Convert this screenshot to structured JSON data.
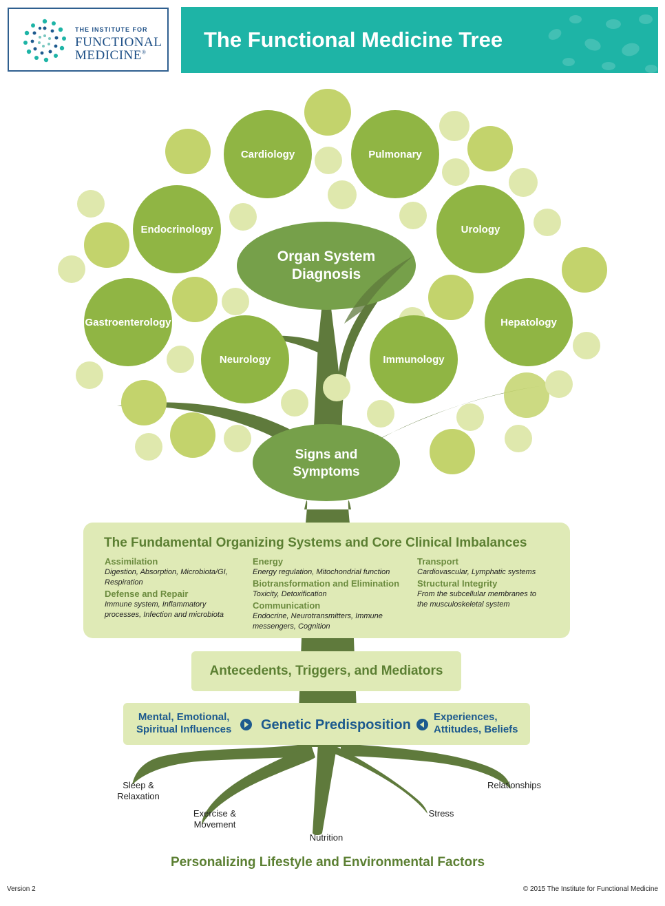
{
  "logo": {
    "line1": "THE INSTITUTE FOR",
    "line2": "FUNCTIONAL",
    "line3": "MEDICINE",
    "mark": "®"
  },
  "header": {
    "title": "The Functional Medicine Tree"
  },
  "tree": {
    "organ_systems": {
      "cardiology": "Cardiology",
      "pulmonary": "Pulmonary",
      "endocrinology": "Endocrinology",
      "urology": "Urology",
      "gastroenterology": "Gastroenterology",
      "hepatology": "Hepatology",
      "neurology": "Neurology",
      "immunology": "Immunology"
    },
    "organ_diagnosis": [
      "Organ System",
      "Diagnosis"
    ],
    "signs_symptoms": [
      "Signs and",
      "Symptoms"
    ]
  },
  "systems": {
    "title": "The Fundamental Organizing Systems and Core Clinical Imbalances",
    "col1": [
      {
        "heading": "Assimilation",
        "desc": [
          "Digestion, Absorption, Microbiota/GI,",
          "Respiration"
        ]
      },
      {
        "heading": "Defense and Repair",
        "desc": [
          "Immune system, Inflammatory",
          "processes, Infection and microbiota"
        ]
      }
    ],
    "col2": [
      {
        "heading": "Energy",
        "desc": [
          "Energy regulation, Mitochondrial function"
        ]
      },
      {
        "heading": "Biotransformation and Elimination",
        "desc": [
          "Toxicity, Detoxification"
        ]
      },
      {
        "heading": "Communication",
        "desc": [
          "Endocrine, Neurotransmitters, Immune",
          "messengers, Cognition"
        ]
      }
    ],
    "col3": [
      {
        "heading": "Transport",
        "desc": [
          "Cardiovascular, Lymphatic systems"
        ]
      },
      {
        "heading": "Structural Integrity",
        "desc": [
          "From the subcellular membranes to",
          "the musculoskeletal system"
        ]
      }
    ]
  },
  "antecedents": {
    "text": "Antecedents, Triggers, and Mediators"
  },
  "genetic": {
    "left": [
      "Mental, Emotional,",
      "Spiritual Influences"
    ],
    "center": "Genetic Predisposition",
    "right": [
      "Experiences,",
      "Attitudes, Beliefs"
    ]
  },
  "roots": {
    "sleep": [
      "Sleep &",
      "Relaxation"
    ],
    "exercise": [
      "Exercise &",
      "Movement"
    ],
    "nutrition": "Nutrition",
    "stress": "Stress",
    "relationships": "Relationships"
  },
  "footer": {
    "title": "Personalizing Lifestyle and Environmental Factors",
    "version": "Version 2",
    "copyright": "© 2015 The Institute for Functional Medicine"
  },
  "colors": {
    "teal": "#1eb4a6",
    "navy": "#1d5a8e",
    "trunk": "#5f7a3c",
    "big_circle": "#90b544",
    "box_fill": "#dfeab6",
    "heading_green": "#5b7f32"
  }
}
